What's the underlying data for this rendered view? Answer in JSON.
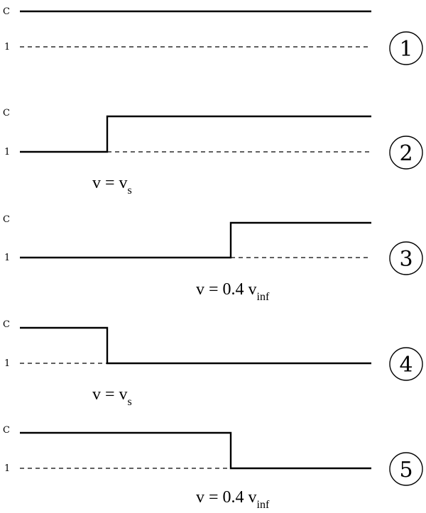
{
  "axis_labels": {
    "c": "C",
    "one": "1"
  },
  "panels": [
    {
      "number": "1",
      "annotation": null
    },
    {
      "number": "2",
      "annotation": {
        "main": "v = v",
        "sub": "s"
      }
    },
    {
      "number": "3",
      "annotation": {
        "main": "v = 0.4 v",
        "sub": "inf"
      }
    },
    {
      "number": "4",
      "annotation": {
        "main": "v = v",
        "sub": "s"
      }
    },
    {
      "number": "5",
      "annotation": {
        "main": "v = 0.4 v",
        "sub": "inf"
      }
    }
  ]
}
